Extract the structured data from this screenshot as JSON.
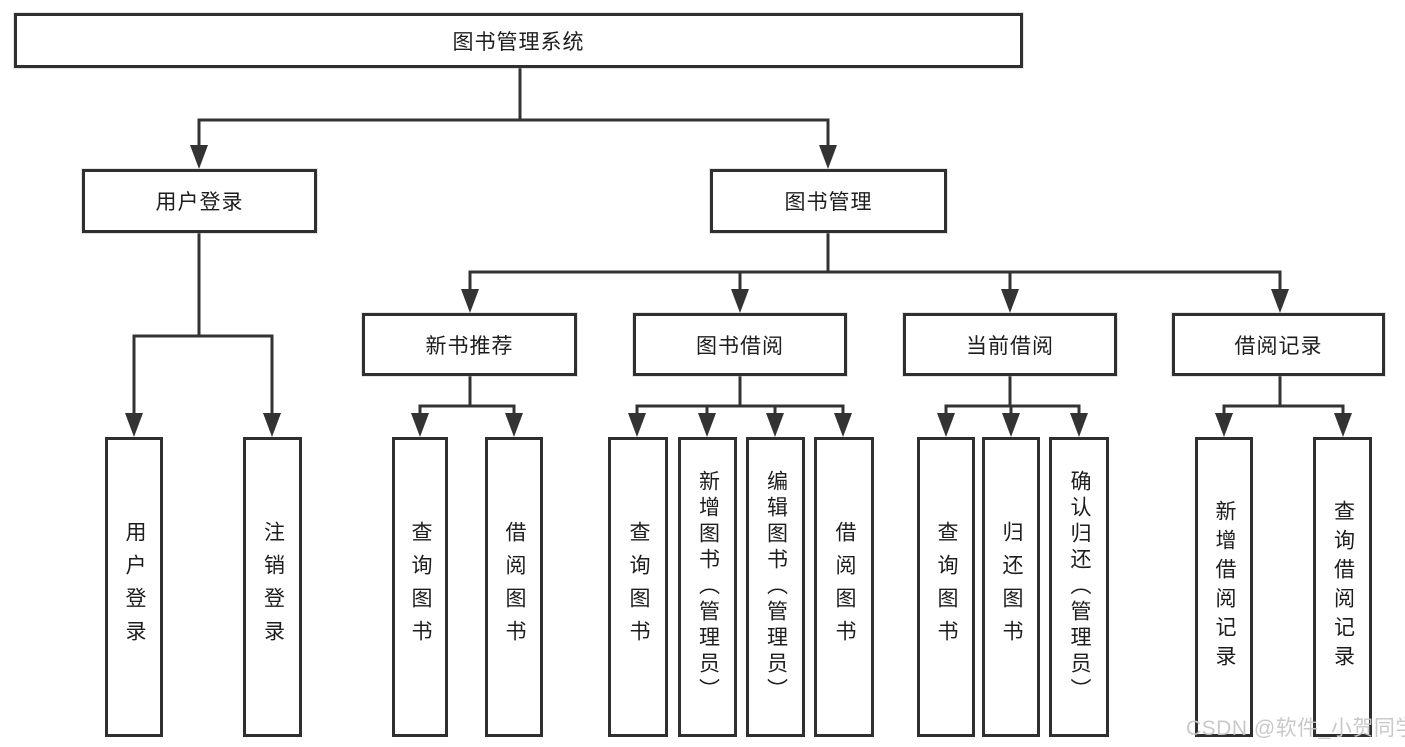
{
  "colors": {
    "background": "#ffffff",
    "line": "#333333",
    "box_border": "#2f2f2f",
    "text": "#1d1d1d",
    "watermark": "#c6c6c6"
  },
  "diagram": {
    "type": "tree",
    "root": {
      "label": "图书管理系统"
    },
    "branches": [
      {
        "label": "用户登录",
        "leaves": [
          {
            "label": "用户登录"
          },
          {
            "label": "注销登录"
          }
        ]
      },
      {
        "label": "图书管理",
        "sections": [
          {
            "label": "新书推荐",
            "leaves": [
              {
                "label": "查询图书"
              },
              {
                "label": "借阅图书"
              }
            ]
          },
          {
            "label": "图书借阅",
            "leaves": [
              {
                "label": "查询图书"
              },
              {
                "label": "新增图书（管理员）"
              },
              {
                "label": "编辑图书（管理员）"
              },
              {
                "label": "借阅图书"
              }
            ]
          },
          {
            "label": "当前借阅",
            "leaves": [
              {
                "label": "查询图书"
              },
              {
                "label": "归还图书"
              },
              {
                "label": "确认归还（管理员）"
              }
            ]
          },
          {
            "label": "借阅记录",
            "leaves": [
              {
                "label": "新增借阅记录"
              },
              {
                "label": "查询借阅记录"
              }
            ]
          }
        ]
      }
    ]
  },
  "watermark": {
    "text": "CSDN @软件_小贺同学"
  }
}
